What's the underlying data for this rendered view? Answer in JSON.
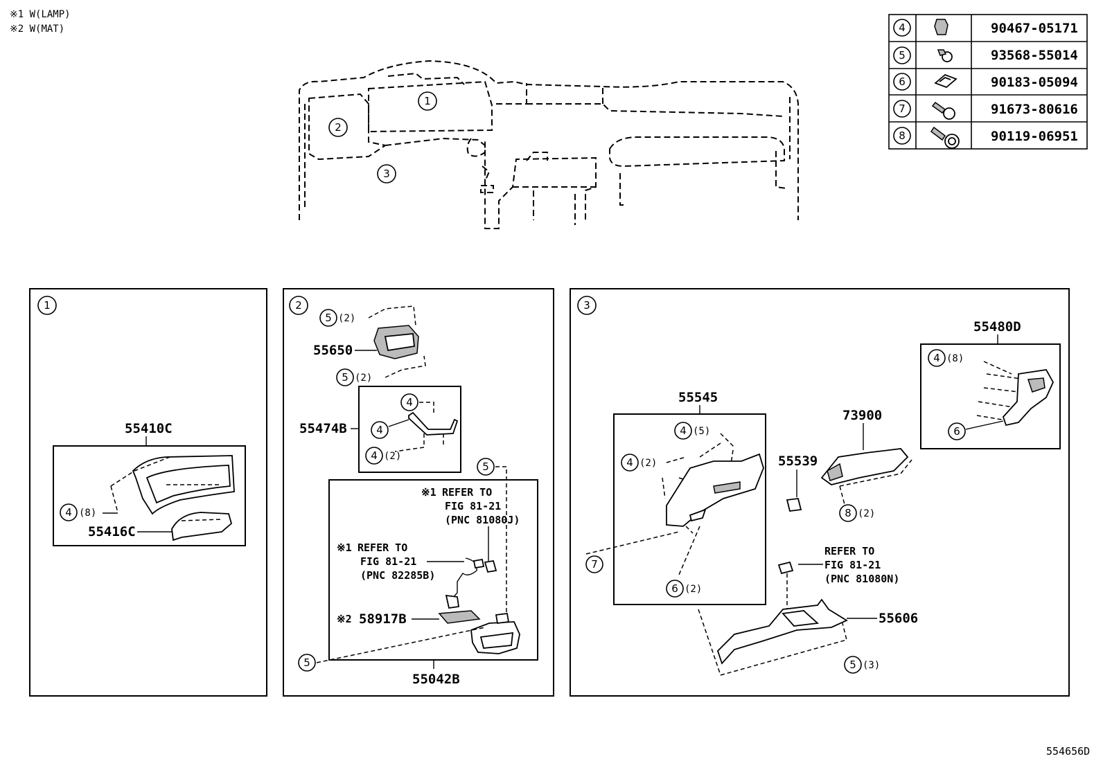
{
  "notes": [
    "※1 W(LAMP)",
    "※2 W(MAT)"
  ],
  "diagram_id": "554656D",
  "fastener_table": [
    {
      "ref": "4",
      "part_no": "90467-05171"
    },
    {
      "ref": "5",
      "part_no": "93568-55014"
    },
    {
      "ref": "6",
      "part_no": "90183-05094"
    },
    {
      "ref": "7",
      "part_no": "91673-80616"
    },
    {
      "ref": "8",
      "part_no": "90119-06951"
    }
  ],
  "overview": {
    "callouts": [
      "1",
      "2",
      "3"
    ]
  },
  "panel1": {
    "id": "1",
    "parts": {
      "p55410c": "55410C",
      "p55416c": "55416C"
    },
    "callouts": [
      {
        "ref": "4",
        "qty": "(8)"
      }
    ]
  },
  "panel2": {
    "id": "2",
    "parts": {
      "p55650": "55650",
      "p55474b": "55474B",
      "p58917b": "58917B",
      "p55042b": "55042B"
    },
    "mark2": "※2",
    "callouts": [
      {
        "ref": "5",
        "qty": "(2)"
      },
      {
        "ref": "5",
        "qty": "(2)"
      },
      {
        "ref": "4",
        "qty": ""
      },
      {
        "ref": "4",
        "qty": ""
      },
      {
        "ref": "4",
        "qty": "(2)"
      },
      {
        "ref": "5",
        "qty": ""
      },
      {
        "ref": "5",
        "qty": ""
      }
    ],
    "ref_a": {
      "mark": "※1",
      "line1": "REFER TO",
      "line2": "FIG 81-21",
      "line3": "(PNC 81080J)"
    },
    "ref_b": {
      "mark": "※1",
      "line1": "REFER TO",
      "line2": "FIG 81-21",
      "line3": "(PNC 82285B)"
    }
  },
  "panel3": {
    "id": "3",
    "parts": {
      "p55480d": "55480D",
      "p55545": "55545",
      "p73900": "73900",
      "p55539": "55539",
      "p55606": "55606"
    },
    "callouts": [
      {
        "ref": "4",
        "qty": "(8)"
      },
      {
        "ref": "6",
        "qty": ""
      },
      {
        "ref": "4",
        "qty": "(5)"
      },
      {
        "ref": "4",
        "qty": "(2)"
      },
      {
        "ref": "8",
        "qty": "(2)"
      },
      {
        "ref": "7",
        "qty": ""
      },
      {
        "ref": "6",
        "qty": "(2)"
      },
      {
        "ref": "5",
        "qty": "(3)"
      }
    ],
    "ref_c": {
      "line1": "REFER TO",
      "line2": "FIG 81-21",
      "line3": "(PNC 81080N)"
    }
  }
}
